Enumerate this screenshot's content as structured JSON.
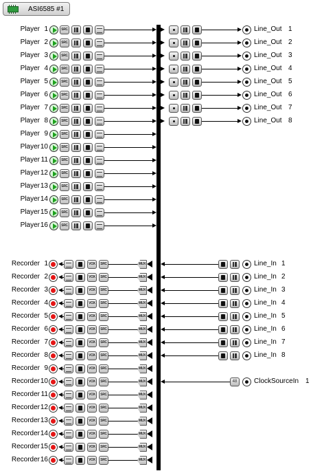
{
  "adapter": {
    "label": "ASI6585 #1"
  },
  "players": [
    {
      "name": "Player",
      "num": "1"
    },
    {
      "name": "Player",
      "num": "2"
    },
    {
      "name": "Player",
      "num": "3"
    },
    {
      "name": "Player",
      "num": "4"
    },
    {
      "name": "Player",
      "num": "5"
    },
    {
      "name": "Player",
      "num": "6"
    },
    {
      "name": "Player",
      "num": "7"
    },
    {
      "name": "Player",
      "num": "8"
    },
    {
      "name": "Player",
      "num": "9"
    },
    {
      "name": "Player",
      "num": "10"
    },
    {
      "name": "Player",
      "num": "11"
    },
    {
      "name": "Player",
      "num": "12"
    },
    {
      "name": "Player",
      "num": "13"
    },
    {
      "name": "Player",
      "num": "14"
    },
    {
      "name": "Player",
      "num": "15"
    },
    {
      "name": "Player",
      "num": "16"
    }
  ],
  "line_outs": [
    {
      "name": "Line_Out",
      "num": "1"
    },
    {
      "name": "Line_Out",
      "num": "2"
    },
    {
      "name": "Line_Out",
      "num": "3"
    },
    {
      "name": "Line_Out",
      "num": "4"
    },
    {
      "name": "Line_Out",
      "num": "5"
    },
    {
      "name": "Line_Out",
      "num": "6"
    },
    {
      "name": "Line_Out",
      "num": "7"
    },
    {
      "name": "Line_Out",
      "num": "8"
    }
  ],
  "recorders": [
    {
      "name": "Recorder",
      "num": "1"
    },
    {
      "name": "Recorder",
      "num": "2"
    },
    {
      "name": "Recorder",
      "num": "3"
    },
    {
      "name": "Recorder",
      "num": "4"
    },
    {
      "name": "Recorder",
      "num": "5"
    },
    {
      "name": "Recorder",
      "num": "6"
    },
    {
      "name": "Recorder",
      "num": "7"
    },
    {
      "name": "Recorder",
      "num": "8"
    },
    {
      "name": "Recorder",
      "num": "9"
    },
    {
      "name": "Recorder",
      "num": "10"
    },
    {
      "name": "Recorder",
      "num": "11"
    },
    {
      "name": "Recorder",
      "num": "12"
    },
    {
      "name": "Recorder",
      "num": "13"
    },
    {
      "name": "Recorder",
      "num": "14"
    },
    {
      "name": "Recorder",
      "num": "15"
    },
    {
      "name": "Recorder",
      "num": "16"
    }
  ],
  "line_ins": [
    {
      "name": "Line_In",
      "num": "1"
    },
    {
      "name": "Line_In",
      "num": "2"
    },
    {
      "name": "Line_In",
      "num": "3"
    },
    {
      "name": "Line_In",
      "num": "4"
    },
    {
      "name": "Line_In",
      "num": "5"
    },
    {
      "name": "Line_In",
      "num": "6"
    },
    {
      "name": "Line_In",
      "num": "7"
    },
    {
      "name": "Line_In",
      "num": "8"
    }
  ],
  "clock_source": {
    "name": "ClockSourceIn",
    "num": "1",
    "tag": "48"
  },
  "icon_text": {
    "src": "SRC",
    "vox": "VOX",
    "mux": "MUX"
  },
  "colors": {
    "play": "#1da11d",
    "record": "#e41616",
    "chip": "#2f9a3e"
  }
}
